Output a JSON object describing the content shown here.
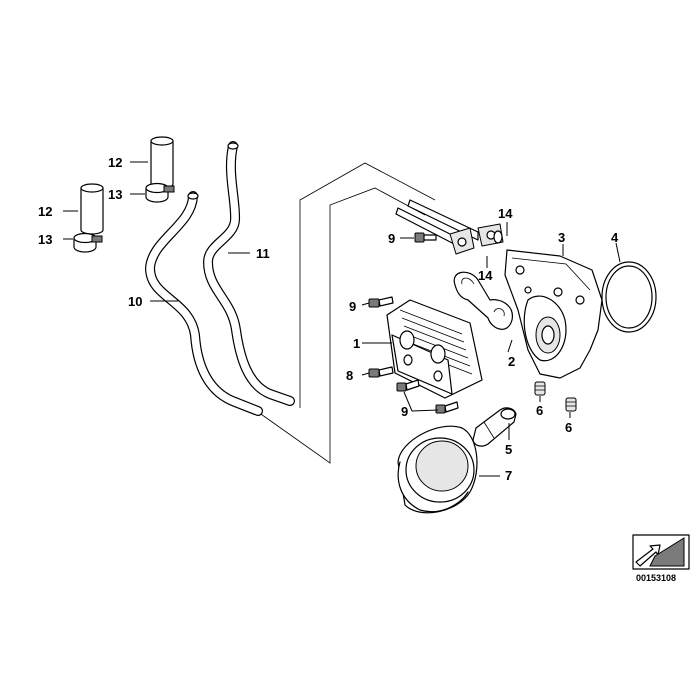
{
  "diagram": {
    "reference_number": "00153108",
    "callouts": [
      {
        "id": "c1",
        "label": "1"
      },
      {
        "id": "c2",
        "label": "2"
      },
      {
        "id": "c3",
        "label": "3"
      },
      {
        "id": "c4",
        "label": "4"
      },
      {
        "id": "c5",
        "label": "5"
      },
      {
        "id": "c6a",
        "label": "6"
      },
      {
        "id": "c6b",
        "label": "6"
      },
      {
        "id": "c7",
        "label": "7"
      },
      {
        "id": "c8",
        "label": "8"
      },
      {
        "id": "c9a",
        "label": "9"
      },
      {
        "id": "c9b",
        "label": "9"
      },
      {
        "id": "c9c",
        "label": "9"
      },
      {
        "id": "c10",
        "label": "10"
      },
      {
        "id": "c11",
        "label": "11"
      },
      {
        "id": "c12a",
        "label": "12"
      },
      {
        "id": "c12b",
        "label": "12"
      },
      {
        "id": "c13a",
        "label": "13"
      },
      {
        "id": "c13b",
        "label": "13"
      },
      {
        "id": "c14a",
        "label": "14"
      },
      {
        "id": "c14b",
        "label": "14"
      }
    ]
  }
}
